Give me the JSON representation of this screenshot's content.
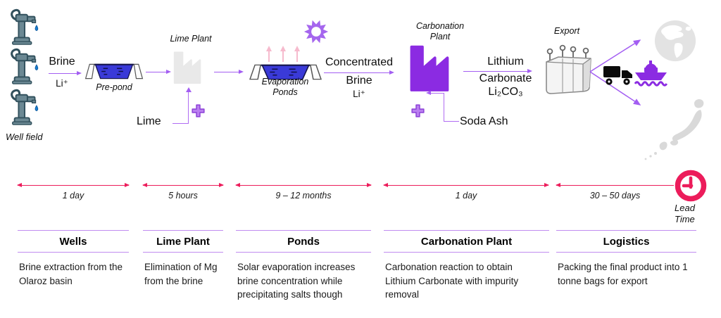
{
  "colors": {
    "accent_purple": "#8b2be2",
    "arrow_purple": "#a35ef2",
    "divider_purple": "#c18cf0",
    "timeline_pink": "#ec1c5b",
    "evaporation_pink": "#f6bacd",
    "pond_blue": "#3a3ad8",
    "muted_gray": "#e3e3e3"
  },
  "icons": {
    "well_pump": "hand-water-pump",
    "pond": "brine-pond",
    "factory": "factory-silhouette",
    "sun": "sun-burst",
    "plus": "plus-cross",
    "bag": "one-tonne-bulk-bag",
    "truck": "delivery-truck",
    "ship": "cargo-ship",
    "globe": "world-globe",
    "japan": "japan-map",
    "clock": "lead-time-clock"
  },
  "flow": {
    "well_field": "Well field",
    "brine": "Brine",
    "li_ion": "Li⁺",
    "pre_pond": "Pre-pond",
    "lime_plant": "Lime Plant",
    "lime": "Lime",
    "evaporation_line1": "Evaporation",
    "evaporation_line2": "Ponds",
    "concentrated_line1": "Concentrated",
    "concentrated_line2": "Brine",
    "concentrated_line3": "Li⁺",
    "carbonation_line1": "Carbonation",
    "carbonation_line2": "Plant",
    "lithium_line1": "Lithium",
    "lithium_line2": "Carbonate",
    "lithium_line3": "Li₂CO₃",
    "soda_ash": "Soda Ash",
    "export": "Export"
  },
  "timeline": {
    "segments": [
      "1 day",
      "5 hours",
      "9 – 12 months",
      "1 day",
      "30 – 50 days"
    ],
    "lead_time": "Lead Time"
  },
  "stages": [
    {
      "title": "Wells",
      "description": "Brine extraction  from the Olaroz basin"
    },
    {
      "title": "Lime Plant",
      "description": "Elimination of Mg from the brine"
    },
    {
      "title": "Ponds",
      "description": "Solar evaporation increases brine concentration while precipitating salts though"
    },
    {
      "title": "Carbonation Plant",
      "description": "Carbonation reaction to obtain Lithium Carbonate with impurity removal"
    },
    {
      "title": "Logistics",
      "description": "Packing the final product into 1 tonne bags for export"
    }
  ]
}
